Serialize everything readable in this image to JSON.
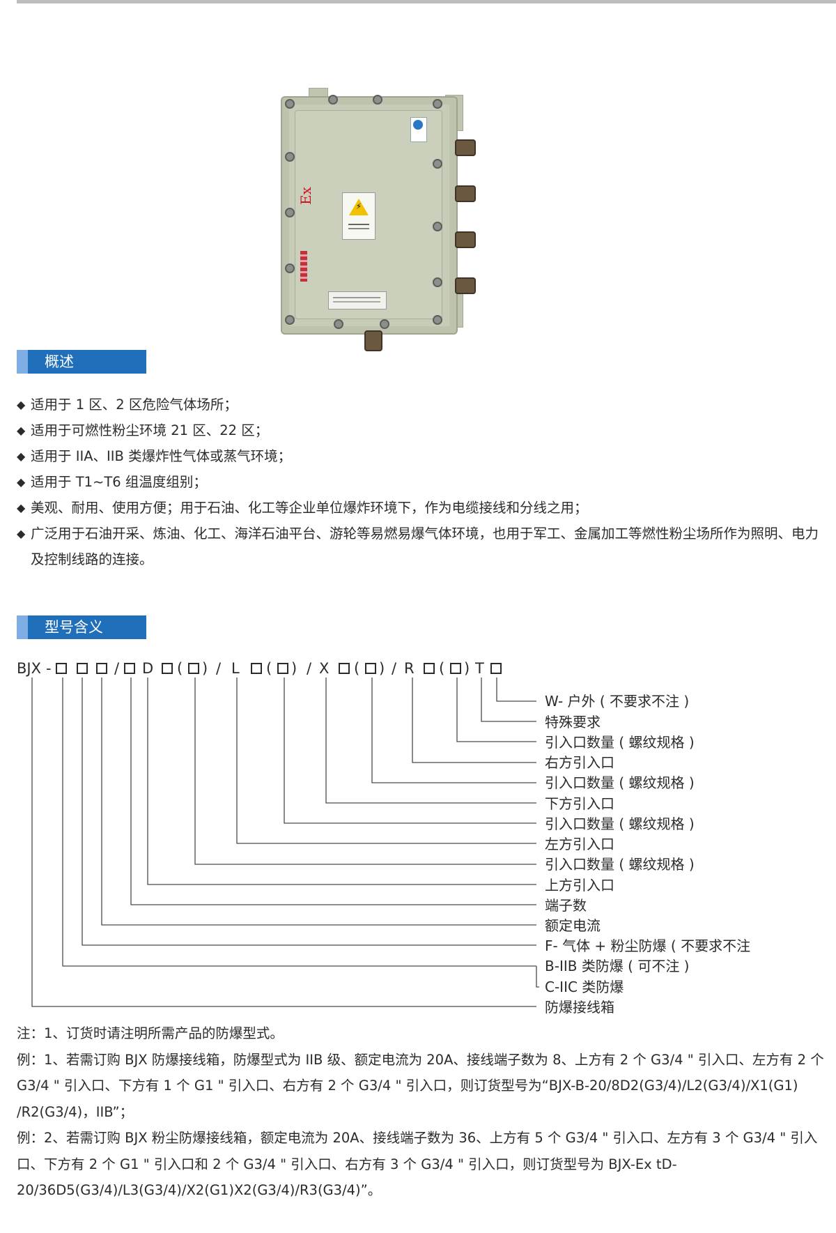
{
  "overview": {
    "title": "概述",
    "bullet_symbol": "◆",
    "items": [
      "适用于 1 区、2 区危险气体场所；",
      "适用于可燃性粉尘环境 21 区、22 区；",
      "适用于 IIA、IIB 类爆炸性气体或蒸气环境；",
      "适用于 T1~T6 组温度组别；",
      "美观、耐用、使用方便；用于石油、化工等企业单位爆炸环境下，作为电缆接线和分线之用；",
      "广泛用于石油开采、炼油、化工、海洋石油平台、游轮等易燃易爆气体环境，也用于军工、金属加工等燃性粉尘场所作为照明、电力及控制线路的连接。"
    ]
  },
  "product_image": {
    "marking": "Ex",
    "icon": "explosion-proof-junction-box-photo"
  },
  "model": {
    "title": "型号含义",
    "code": {
      "prefix": "BJX",
      "dash": "-",
      "slash": "/",
      "d": "D",
      "l": "L",
      "x": "X",
      "r": "R",
      "t": "T",
      "lparen": "(",
      "rparen": ")"
    },
    "labels": [
      "W- 户外 ( 不要求不注 )",
      "特殊要求",
      "引入口数量 ( 螺纹规格 )",
      "右方引入口",
      "引入口数量 ( 螺纹规格 )",
      "下方引入口",
      "引入口数量 ( 螺纹规格 )",
      "左方引入口",
      "引入口数量 ( 螺纹规格 )",
      "上方引入口",
      "端子数",
      "额定电流",
      "F- 气体 + 粉尘防爆 ( 不要求不注",
      "B-IIB 类防爆 ( 可不注 )",
      "C-IIC 类防爆",
      "防爆接线箱"
    ]
  },
  "notes": {
    "note1": "注：1、订货时请注明所需产品的防爆型式。",
    "example1": "例：1、若需订购 BJX 防爆接线箱，防爆型式为 IIB 级、额定电流为 20A、接线端子数为 8、上方有 2 个 G3/4 \" 引入口、左方有 2 个 G3/4 \" 引入口、下方有 1 个 G1 \" 引入口、右方有 2 个 G3/4 \" 引入口，则订货型号为“BJX-B-20/8D2(G3/4)/L2(G3/4)/X1(G1) /R2(G3/4)，IIB”；",
    "example2": "例：2、若需订购 BJX 粉尘防爆接线箱，额定电流为 20A、接线端子数为 36、上方有 5 个 G3/4 \" 引入口、左方有 3 个 G3/4 \" 引入口、下方有 2 个 G1 \" 引入口和 2 个 G3/4 \" 引入口、右方有 3 个 G3/4 \" 引入口，则订货型号为 BJX-Ex tD-20/36D5(G3/4)/L3(G3/4)/X2(G1)X2(G3/4)/R3(G3/4)”。"
  }
}
